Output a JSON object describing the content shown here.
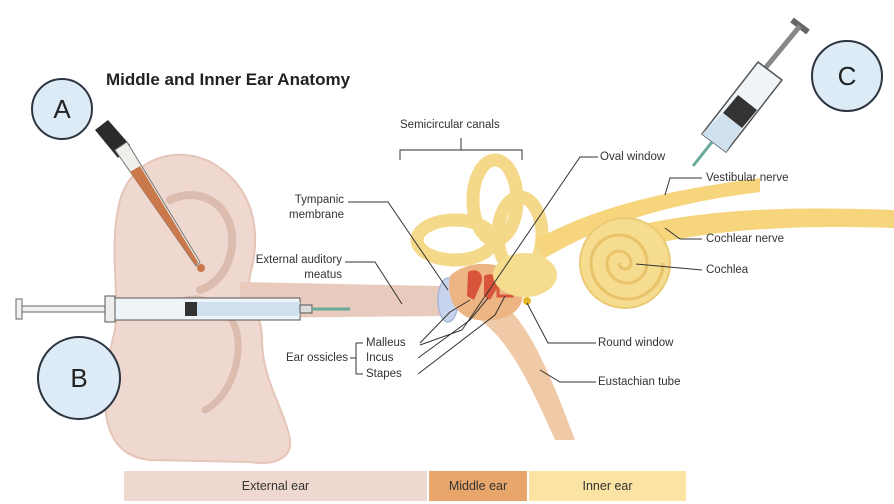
{
  "title": "Middle and Inner Ear Anatomy",
  "markers": {
    "a": "A",
    "b": "B",
    "c": "C"
  },
  "labels": {
    "semicircular_canals": "Semicircular canals",
    "oval_window": "Oval window",
    "vestibular_nerve": "Vestibular nerve",
    "cochlear_nerve": "Cochlear nerve",
    "cochlea": "Cochlea",
    "round_window": "Round window",
    "eustachian_tube": "Eustachian tube",
    "tympanic_membrane_1": "Tympanic",
    "tympanic_membrane_2": "membrane",
    "external_meatus_1": "External auditory",
    "external_meatus_2": "meatus",
    "ear_ossicles": "Ear ossicles",
    "malleus": "Malleus",
    "incus": "Incus",
    "stapes": "Stapes"
  },
  "regions": {
    "external": "External ear",
    "middle": "Middle ear",
    "inner": "Inner ear"
  },
  "colors": {
    "external": "#efd8cf",
    "middle": "#e9a66a",
    "inner": "#fbe3a4",
    "marker_fill": "#dcebf6"
  }
}
